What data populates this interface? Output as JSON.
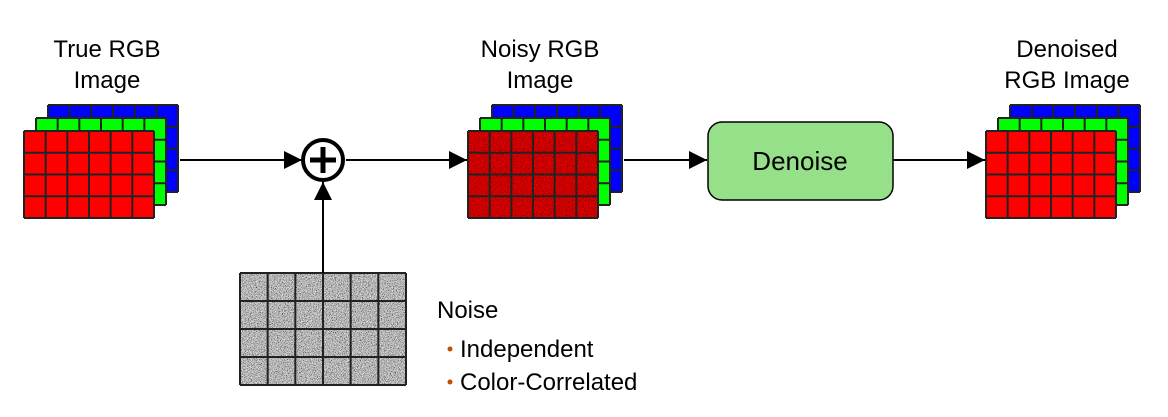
{
  "title_true": [
    "True RGB",
    "Image"
  ],
  "title_noisy": [
    "Noisy RGB",
    "Image"
  ],
  "title_denoised": [
    "Denoised",
    "RGB Image"
  ],
  "denoise_label": "Denoise",
  "noise_label": "Noise",
  "noise_types": [
    "Independent",
    "Color-Correlated"
  ],
  "colors": {
    "red": "#ff0000",
    "green": "#00ff00",
    "blue": "#0000ff",
    "denoise_fill": "#97e08a",
    "bullet": "#c05000"
  },
  "grid": {
    "cols": 6,
    "rows": 4
  }
}
